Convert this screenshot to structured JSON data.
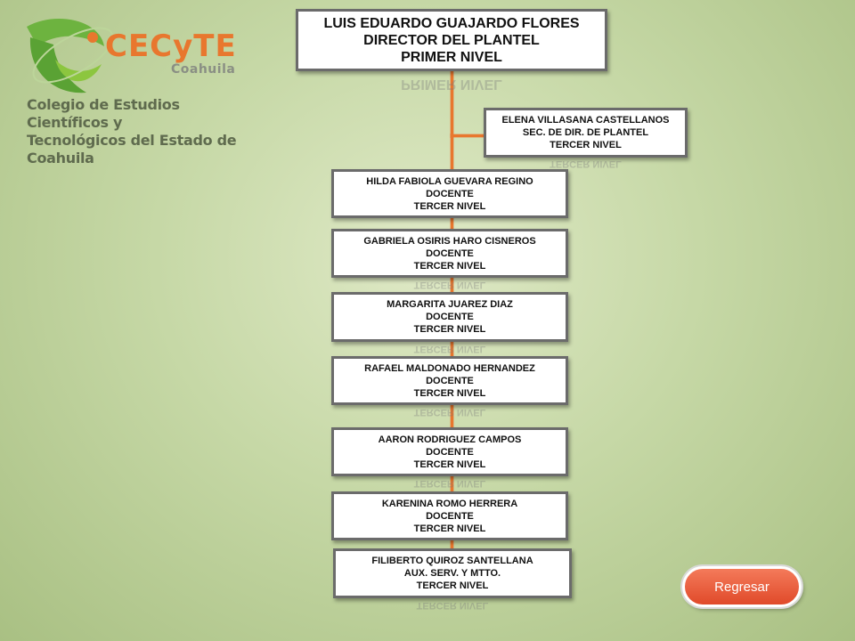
{
  "logo": {
    "brand": "CECyTE",
    "brand_sub": "Coahuila",
    "line1": "Colegio de Estudios Científicos y",
    "line2": "Tecnológicos del Estado de Coahuila"
  },
  "director": {
    "name": "LUIS EDUARDO GUAJARDO FLORES",
    "role": "DIRECTOR DEL PLANTEL",
    "level": "PRIMER NIVEL"
  },
  "secretary": {
    "name": "ELENA VILLASANA CASTELLANOS",
    "role": "SEC. DE DIR. DE PLANTEL",
    "level": "TERCER NIVEL"
  },
  "staff": [
    {
      "name": "HILDA FABIOLA GUEVARA REGINO",
      "role": "DOCENTE",
      "level": "TERCER NIVEL"
    },
    {
      "name": "GABRIELA OSIRIS HARO CISNEROS",
      "role": "DOCENTE",
      "level": "TERCER NIVEL"
    },
    {
      "name": "MARGARITA  JUAREZ DIAZ",
      "role": "DOCENTE",
      "level": "TERCER NIVEL"
    },
    {
      "name": "RAFAEL MALDONADO HERNANDEZ",
      "role": "DOCENTE",
      "level": "TERCER NIVEL"
    },
    {
      "name": "AARON RODRIGUEZ CAMPOS",
      "role": "DOCENTE",
      "level": "TERCER NIVEL"
    },
    {
      "name": "KARENINA ROMO HERRERA",
      "role": "DOCENTE",
      "level": "TERCER NIVEL"
    },
    {
      "name": "FILIBERTO QUIROZ SANTELLANA",
      "role": "AUX. SERV. Y MTTO.",
      "level": "TERCER NIVEL"
    }
  ],
  "back_button": "Regresar",
  "colors": {
    "connector": "#e8772e",
    "button": "#e8593a",
    "brand": "#e8772e",
    "logo_green": "#6db33f"
  }
}
